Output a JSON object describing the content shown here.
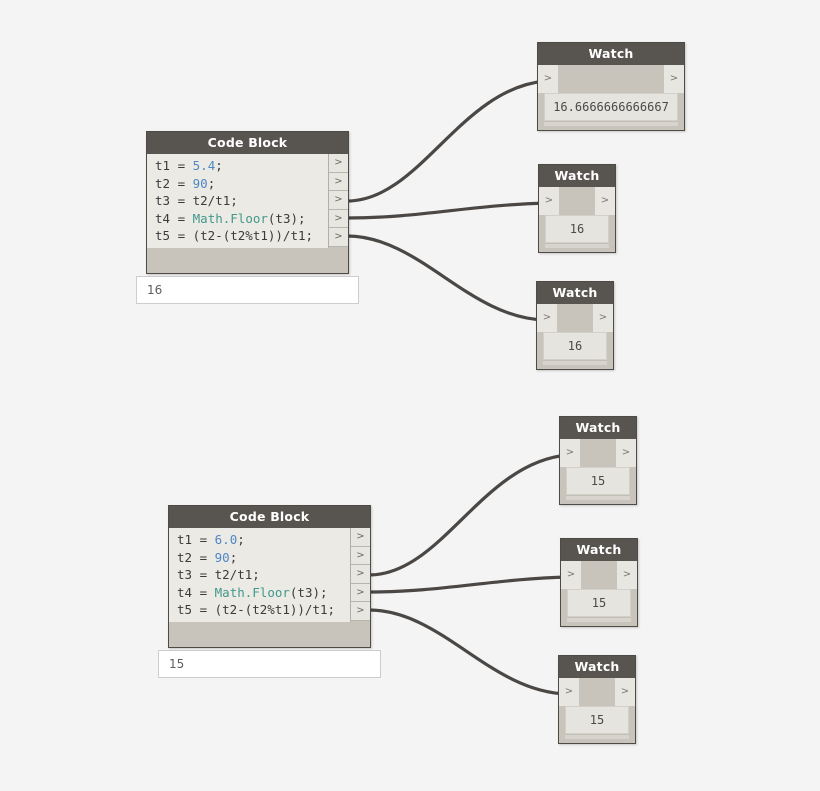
{
  "canvas": {
    "background": "#f4f4f4",
    "wire_color": "#4a4744",
    "header_color": "#585450",
    "node_body_color": "#c8c4bb",
    "code_bg_color": "#eceae5",
    "number_literal_color": "#4f86c6",
    "function_color": "#41988c"
  },
  "graphs": [
    {
      "id": "graph-top",
      "code_block": {
        "title": "Code Block",
        "lines": [
          {
            "prefix": "t1 = ",
            "literal": "5.4",
            "suffix": ";"
          },
          {
            "prefix": "t2 = ",
            "literal": "90",
            "suffix": ";"
          },
          {
            "prefix": "t3 = t2/t1;",
            "literal": "",
            "suffix": ""
          },
          {
            "prefix": "t4 = ",
            "fn": "Math.Floor",
            "suffix": "(t3);"
          },
          {
            "prefix": "t5 = (t2-(t2%t1))/t1;",
            "literal": "",
            "suffix": ""
          }
        ],
        "ports": [
          ">",
          ">",
          ">",
          ">",
          ">"
        ],
        "value_box": "16"
      },
      "watches": [
        {
          "title": "Watch",
          "in_port": ">",
          "out_port": ">",
          "value": "16.6666666666667"
        },
        {
          "title": "Watch",
          "in_port": ">",
          "out_port": ">",
          "value": "16"
        },
        {
          "title": "Watch",
          "in_port": ">",
          "out_port": ">",
          "value": "16"
        }
      ]
    },
    {
      "id": "graph-bottom",
      "code_block": {
        "title": "Code Block",
        "lines": [
          {
            "prefix": "t1 = ",
            "literal": "6.0",
            "suffix": ";"
          },
          {
            "prefix": "t2 = ",
            "literal": "90",
            "suffix": ";"
          },
          {
            "prefix": "t3 = t2/t1;",
            "literal": "",
            "suffix": ""
          },
          {
            "prefix": "t4 = ",
            "fn": "Math.Floor",
            "suffix": "(t3);"
          },
          {
            "prefix": "t5 = (t2-(t2%t1))/t1;",
            "literal": "",
            "suffix": ""
          }
        ],
        "ports": [
          ">",
          ">",
          ">",
          ">",
          ">"
        ],
        "value_box": "15"
      },
      "watches": [
        {
          "title": "Watch",
          "in_port": ">",
          "out_port": ">",
          "value": "15"
        },
        {
          "title": "Watch",
          "in_port": ">",
          "out_port": ">",
          "value": "15"
        },
        {
          "title": "Watch",
          "in_port": ">",
          "out_port": ">",
          "value": "15"
        }
      ]
    }
  ]
}
